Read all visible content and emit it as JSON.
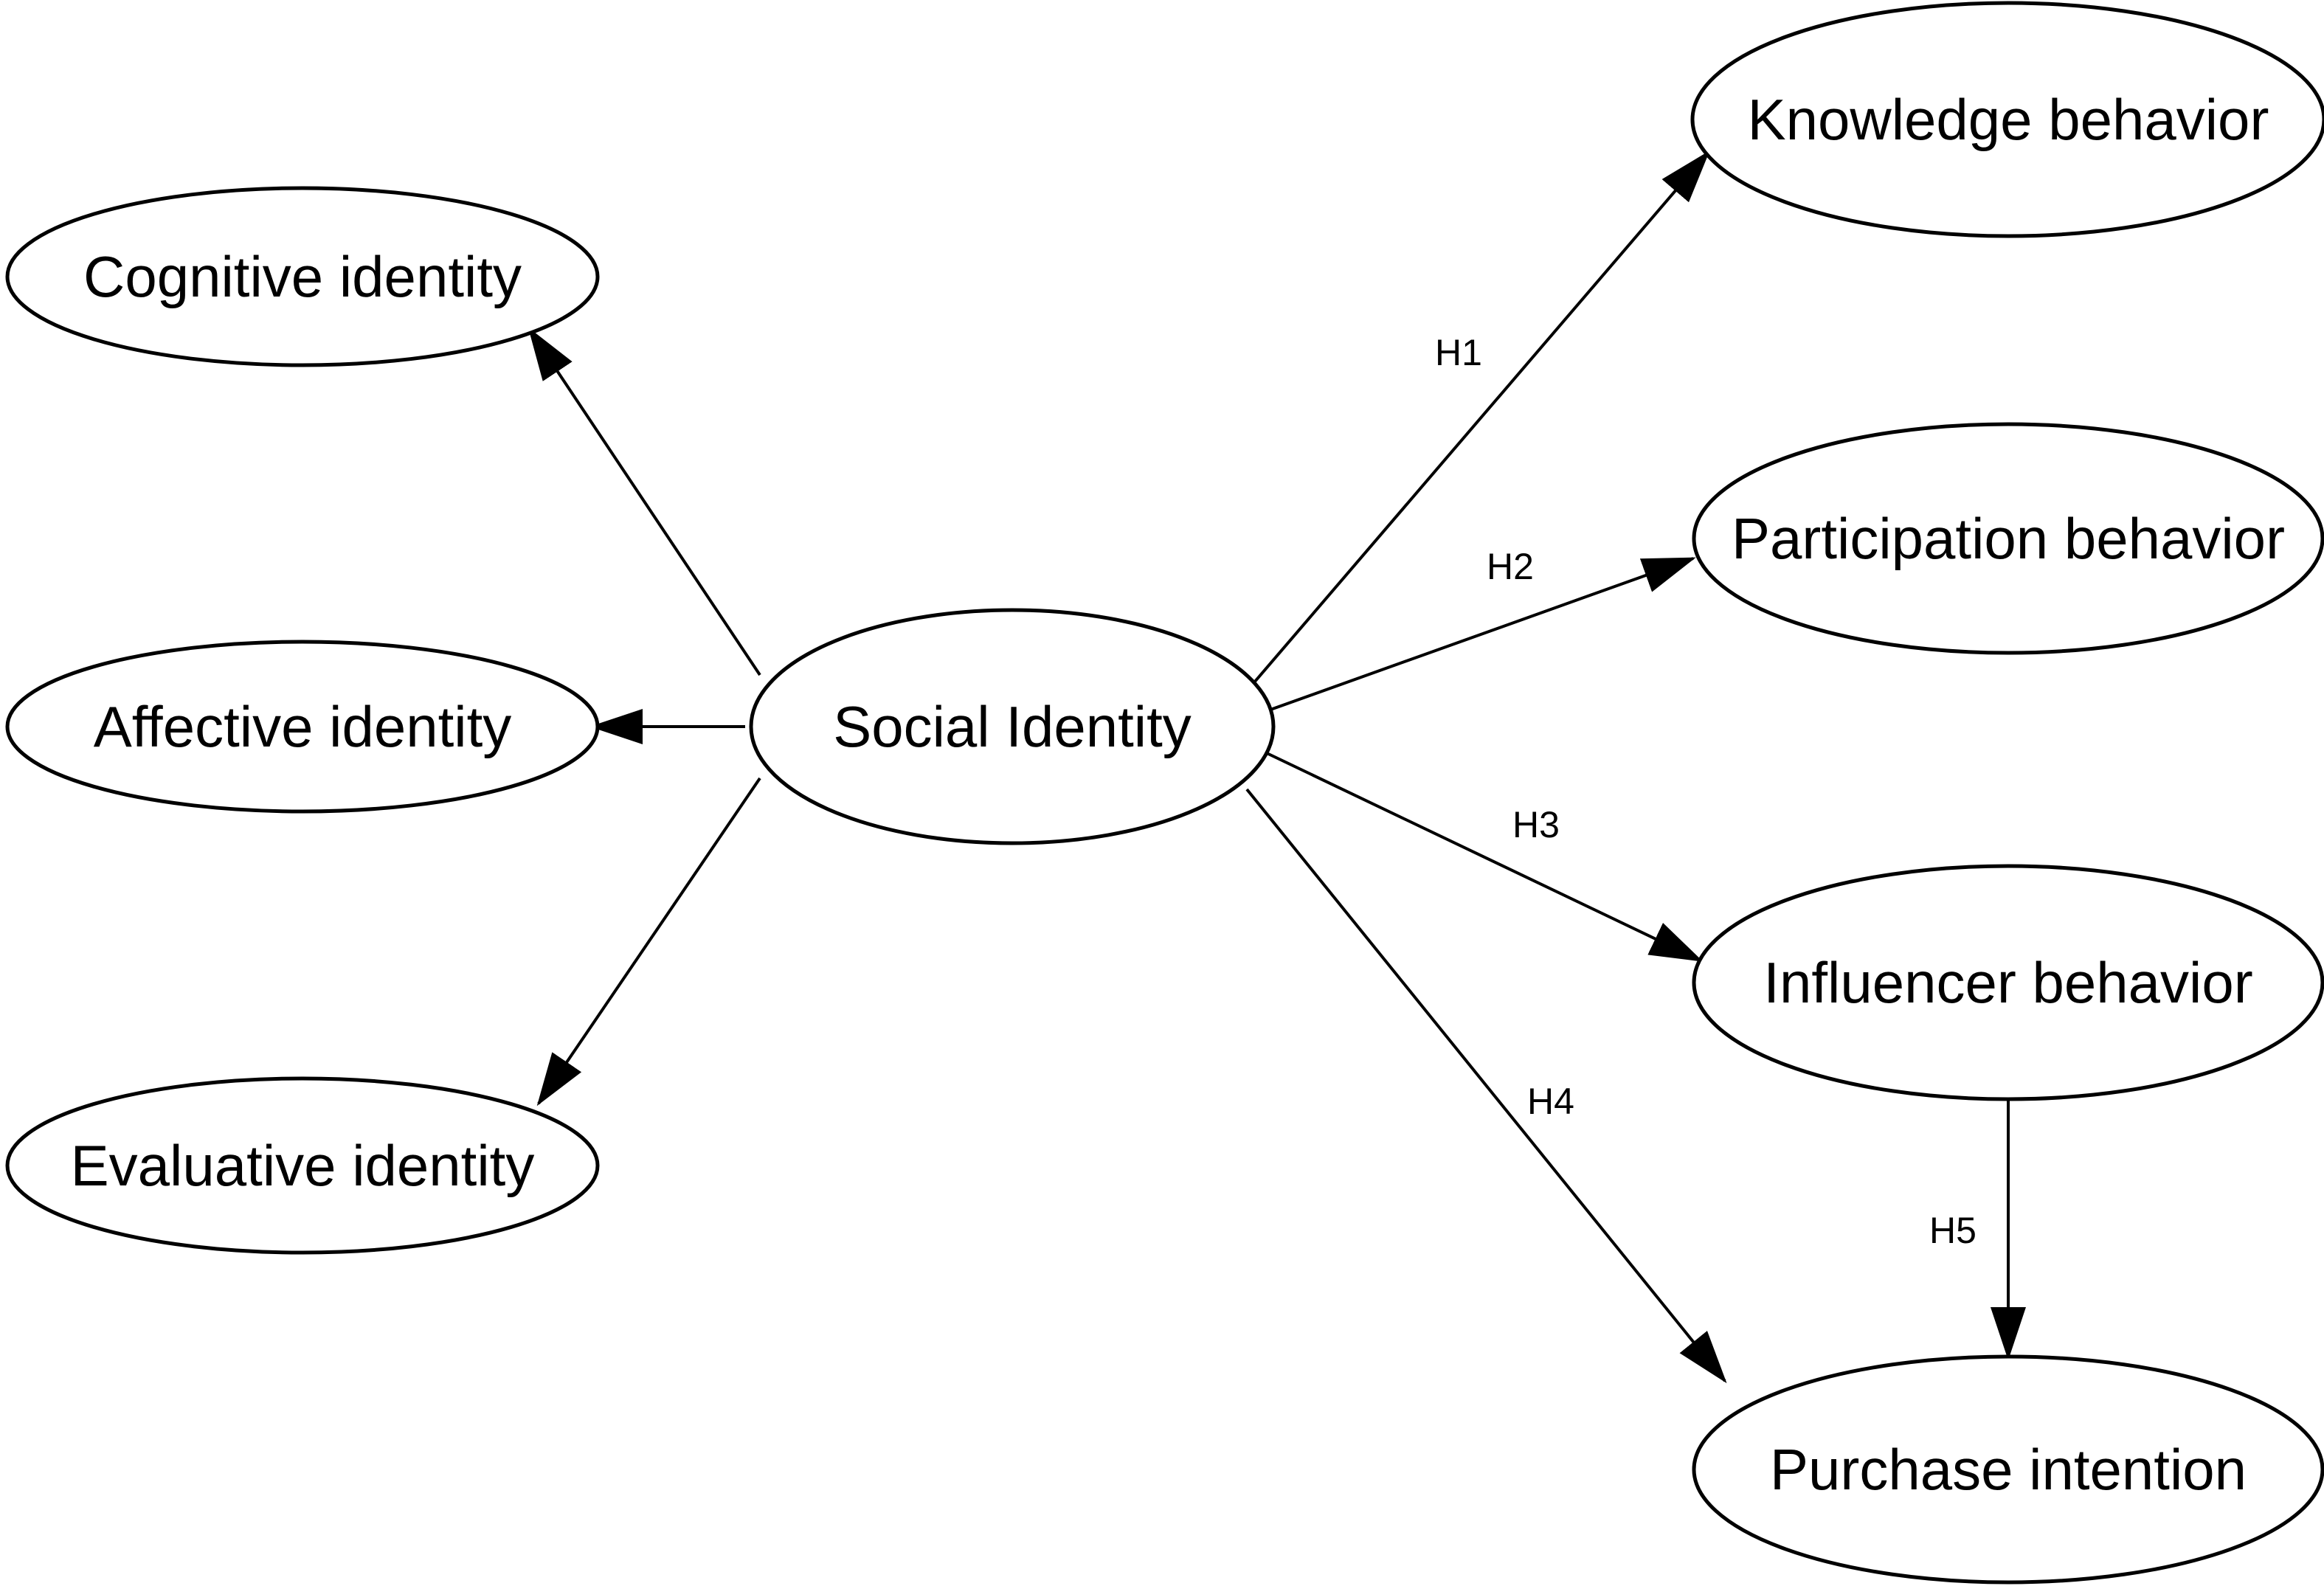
{
  "nodes": {
    "social_identity": {
      "label": "Social Identity"
    },
    "cognitive_identity": {
      "label": "Cognitive identity"
    },
    "affective_identity": {
      "label": "Affective identity"
    },
    "evaluative_identity": {
      "label": "Evaluative identity"
    },
    "knowledge_behavior": {
      "label": "Knowledge behavior"
    },
    "participation_behavior": {
      "label": "Participation behavior"
    },
    "influencer_behavior": {
      "label": "Influencer behavior"
    },
    "purchase_intention": {
      "label": "Purchase intention"
    }
  },
  "edges": [
    {
      "from": "social_identity",
      "to": "cognitive_identity",
      "label": ""
    },
    {
      "from": "social_identity",
      "to": "affective_identity",
      "label": ""
    },
    {
      "from": "social_identity",
      "to": "evaluative_identity",
      "label": ""
    },
    {
      "from": "social_identity",
      "to": "knowledge_behavior",
      "label": "H1"
    },
    {
      "from": "social_identity",
      "to": "participation_behavior",
      "label": "H2"
    },
    {
      "from": "social_identity",
      "to": "influencer_behavior",
      "label": "H3"
    },
    {
      "from": "social_identity",
      "to": "purchase_intention",
      "label": "H4"
    },
    {
      "from": "influencer_behavior",
      "to": "purchase_intention",
      "label": "H5"
    }
  ]
}
